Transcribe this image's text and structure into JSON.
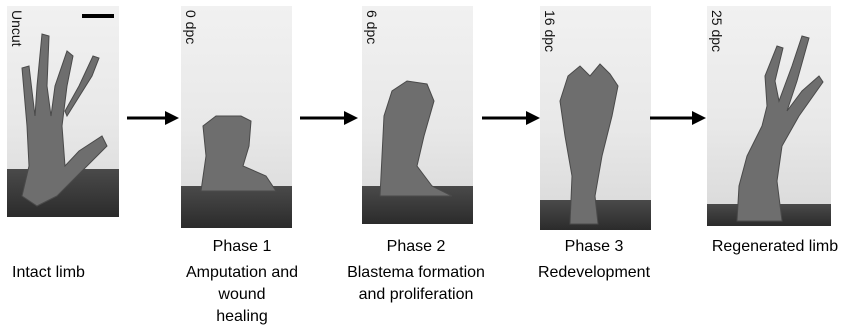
{
  "panels": [
    {
      "label": "Uncut"
    },
    {
      "label": "0 dpc"
    },
    {
      "label": "6 dpc"
    },
    {
      "label": "16 dpc"
    },
    {
      "label": "25 dpc"
    }
  ],
  "captions": {
    "intact": "Intact limb",
    "phase1_title": "Phase 1",
    "phase1_line1": "Amputation and",
    "phase1_line2": "wound",
    "phase1_line3": "healing",
    "phase2_title": "Phase 2",
    "phase2_line1": "Blastema formation",
    "phase2_line2": "and proliferation",
    "phase3_title": "Phase 3",
    "phase3_line1": "Redevelopment",
    "regenerated": "Regenerated limb"
  },
  "colors": {
    "arrow": "#000000",
    "limb": "#6e6e6e",
    "background": "#ececec",
    "floor": "#333333"
  }
}
